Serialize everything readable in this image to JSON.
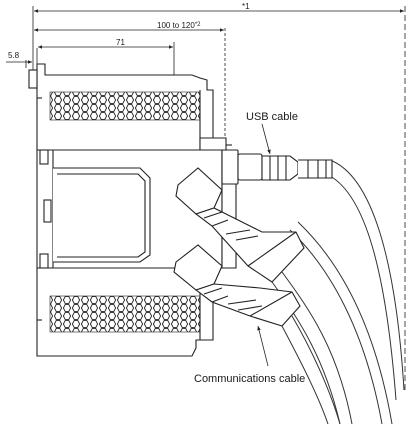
{
  "dimensions": {
    "total_label": "*1",
    "range_label": "100 to 120",
    "range_note": "*2",
    "body_width": "71",
    "offset": "5.8"
  },
  "callouts": {
    "usb_cable": "USB cable",
    "communications_cable": "Communications cable"
  }
}
